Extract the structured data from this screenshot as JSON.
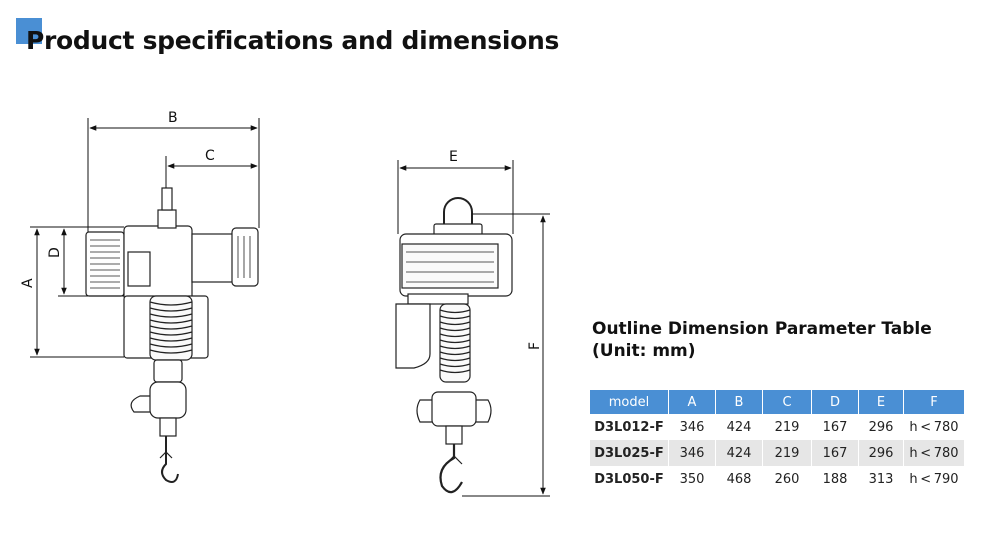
{
  "title": "Product specifications and dimensions",
  "drawing_labels": {
    "a": "A",
    "b": "B",
    "c": "C",
    "d": "D",
    "e": "E",
    "f": "F"
  },
  "table": {
    "title_line1": "Outline Dimension Parameter Table",
    "title_line2": "(Unit: mm)",
    "headers": [
      "model",
      "A",
      "B",
      "C",
      "D",
      "E",
      "F"
    ],
    "rows": [
      [
        "D3L012-F",
        "346",
        "424",
        "219",
        "167",
        "296",
        "h < 780"
      ],
      [
        "D3L025-F",
        "346",
        "424",
        "219",
        "167",
        "296",
        "h < 780"
      ],
      [
        "D3L050-F",
        "350",
        "468",
        "260",
        "188",
        "313",
        "h < 790"
      ]
    ]
  },
  "colors": {
    "accent": "#4a8fd4",
    "header_bg": "#4a8fd4",
    "row_alt": "#e6e6e6"
  }
}
